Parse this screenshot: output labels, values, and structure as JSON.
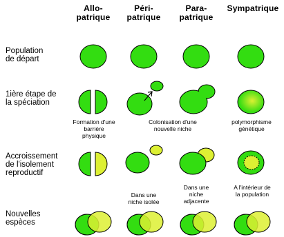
{
  "columns": [
    {
      "line1": "Allo-",
      "line2": "patrique"
    },
    {
      "line1": "Péri-",
      "line2": "patrique"
    },
    {
      "line1": "Para-",
      "line2": "patrique"
    },
    {
      "line1": "Sympatrique",
      "line2": ""
    }
  ],
  "rows": [
    {
      "line1": "Population",
      "line2": "de départ",
      "line3": ""
    },
    {
      "line1": "1ière étape de",
      "line2": "la spéciation",
      "line3": ""
    },
    {
      "line1": "Accroissement",
      "line2": "de l'isolement",
      "line3": "reproductif"
    },
    {
      "line1": "Nouvelles",
      "line2": "espèces",
      "line3": ""
    }
  ],
  "captions_step1": [
    {
      "line1": "Formation d'une",
      "line2": "barrière",
      "line3": "physique"
    },
    {
      "line1": "Colonisation d'une",
      "line2": "nouvelle niche",
      "line3": ""
    },
    {
      "line1": "",
      "line2": "",
      "line3": ""
    },
    {
      "line1": "polymorphisme",
      "line2": "génétique",
      "line3": ""
    }
  ],
  "captions_step2": [
    {
      "line1": "",
      "line2": "",
      "line3": ""
    },
    {
      "line1": "Dans une",
      "line2": "niche isolée",
      "line3": ""
    },
    {
      "line1": "Dans une",
      "line2": "niche",
      "line3": "adjacente"
    },
    {
      "line1": "A l'intérieur de",
      "line2": "la population",
      "line3": ""
    }
  ],
  "colors": {
    "green": "#33dd11",
    "yellow": "#ddf033",
    "outline": "#000000"
  }
}
